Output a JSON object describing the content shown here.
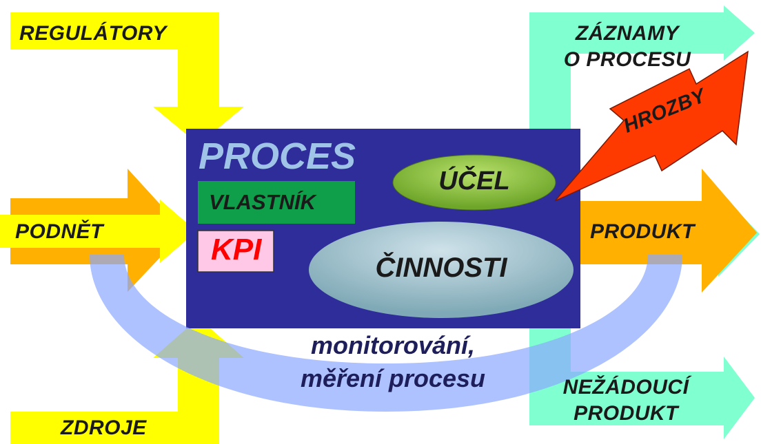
{
  "diagram": {
    "labels": {
      "regulatory": "REGULÁTORY",
      "podnet": "PODNĚT",
      "zdroje": "ZDROJE",
      "zaznamy_line1": "ZÁZNAMY",
      "zaznamy_line2": "O PROCESU",
      "hrozby": "HROZBY",
      "produkt": "PRODUKT",
      "nezadouci_line1": "NEŽÁDOUCÍ",
      "nezadouci_line2": "PRODUKT"
    },
    "process_box": {
      "title": "PROCES",
      "owner": "VLASTNÍK",
      "kpi": "KPI",
      "purpose": "ÚČEL",
      "activities": "ČINNOSTI"
    },
    "monitoring_line1": "monitorování,",
    "monitoring_line2": "měření procesu"
  },
  "colors": {
    "yellow": "#ffff00",
    "orange": "#ffb000",
    "mint": "#80ffd0",
    "process_blue": "#2e2d99",
    "loop_blue": "#8aa8ff",
    "title_blue": "#9fc4e8",
    "owner_green": "#0f9e4a",
    "kpi_pink": "#ffc8e6",
    "kpi_red": "#ff0000",
    "purpose_green": "#8fc23c",
    "activities_teal": "#a8c8d4",
    "bolt_red": "#ff3a00"
  }
}
